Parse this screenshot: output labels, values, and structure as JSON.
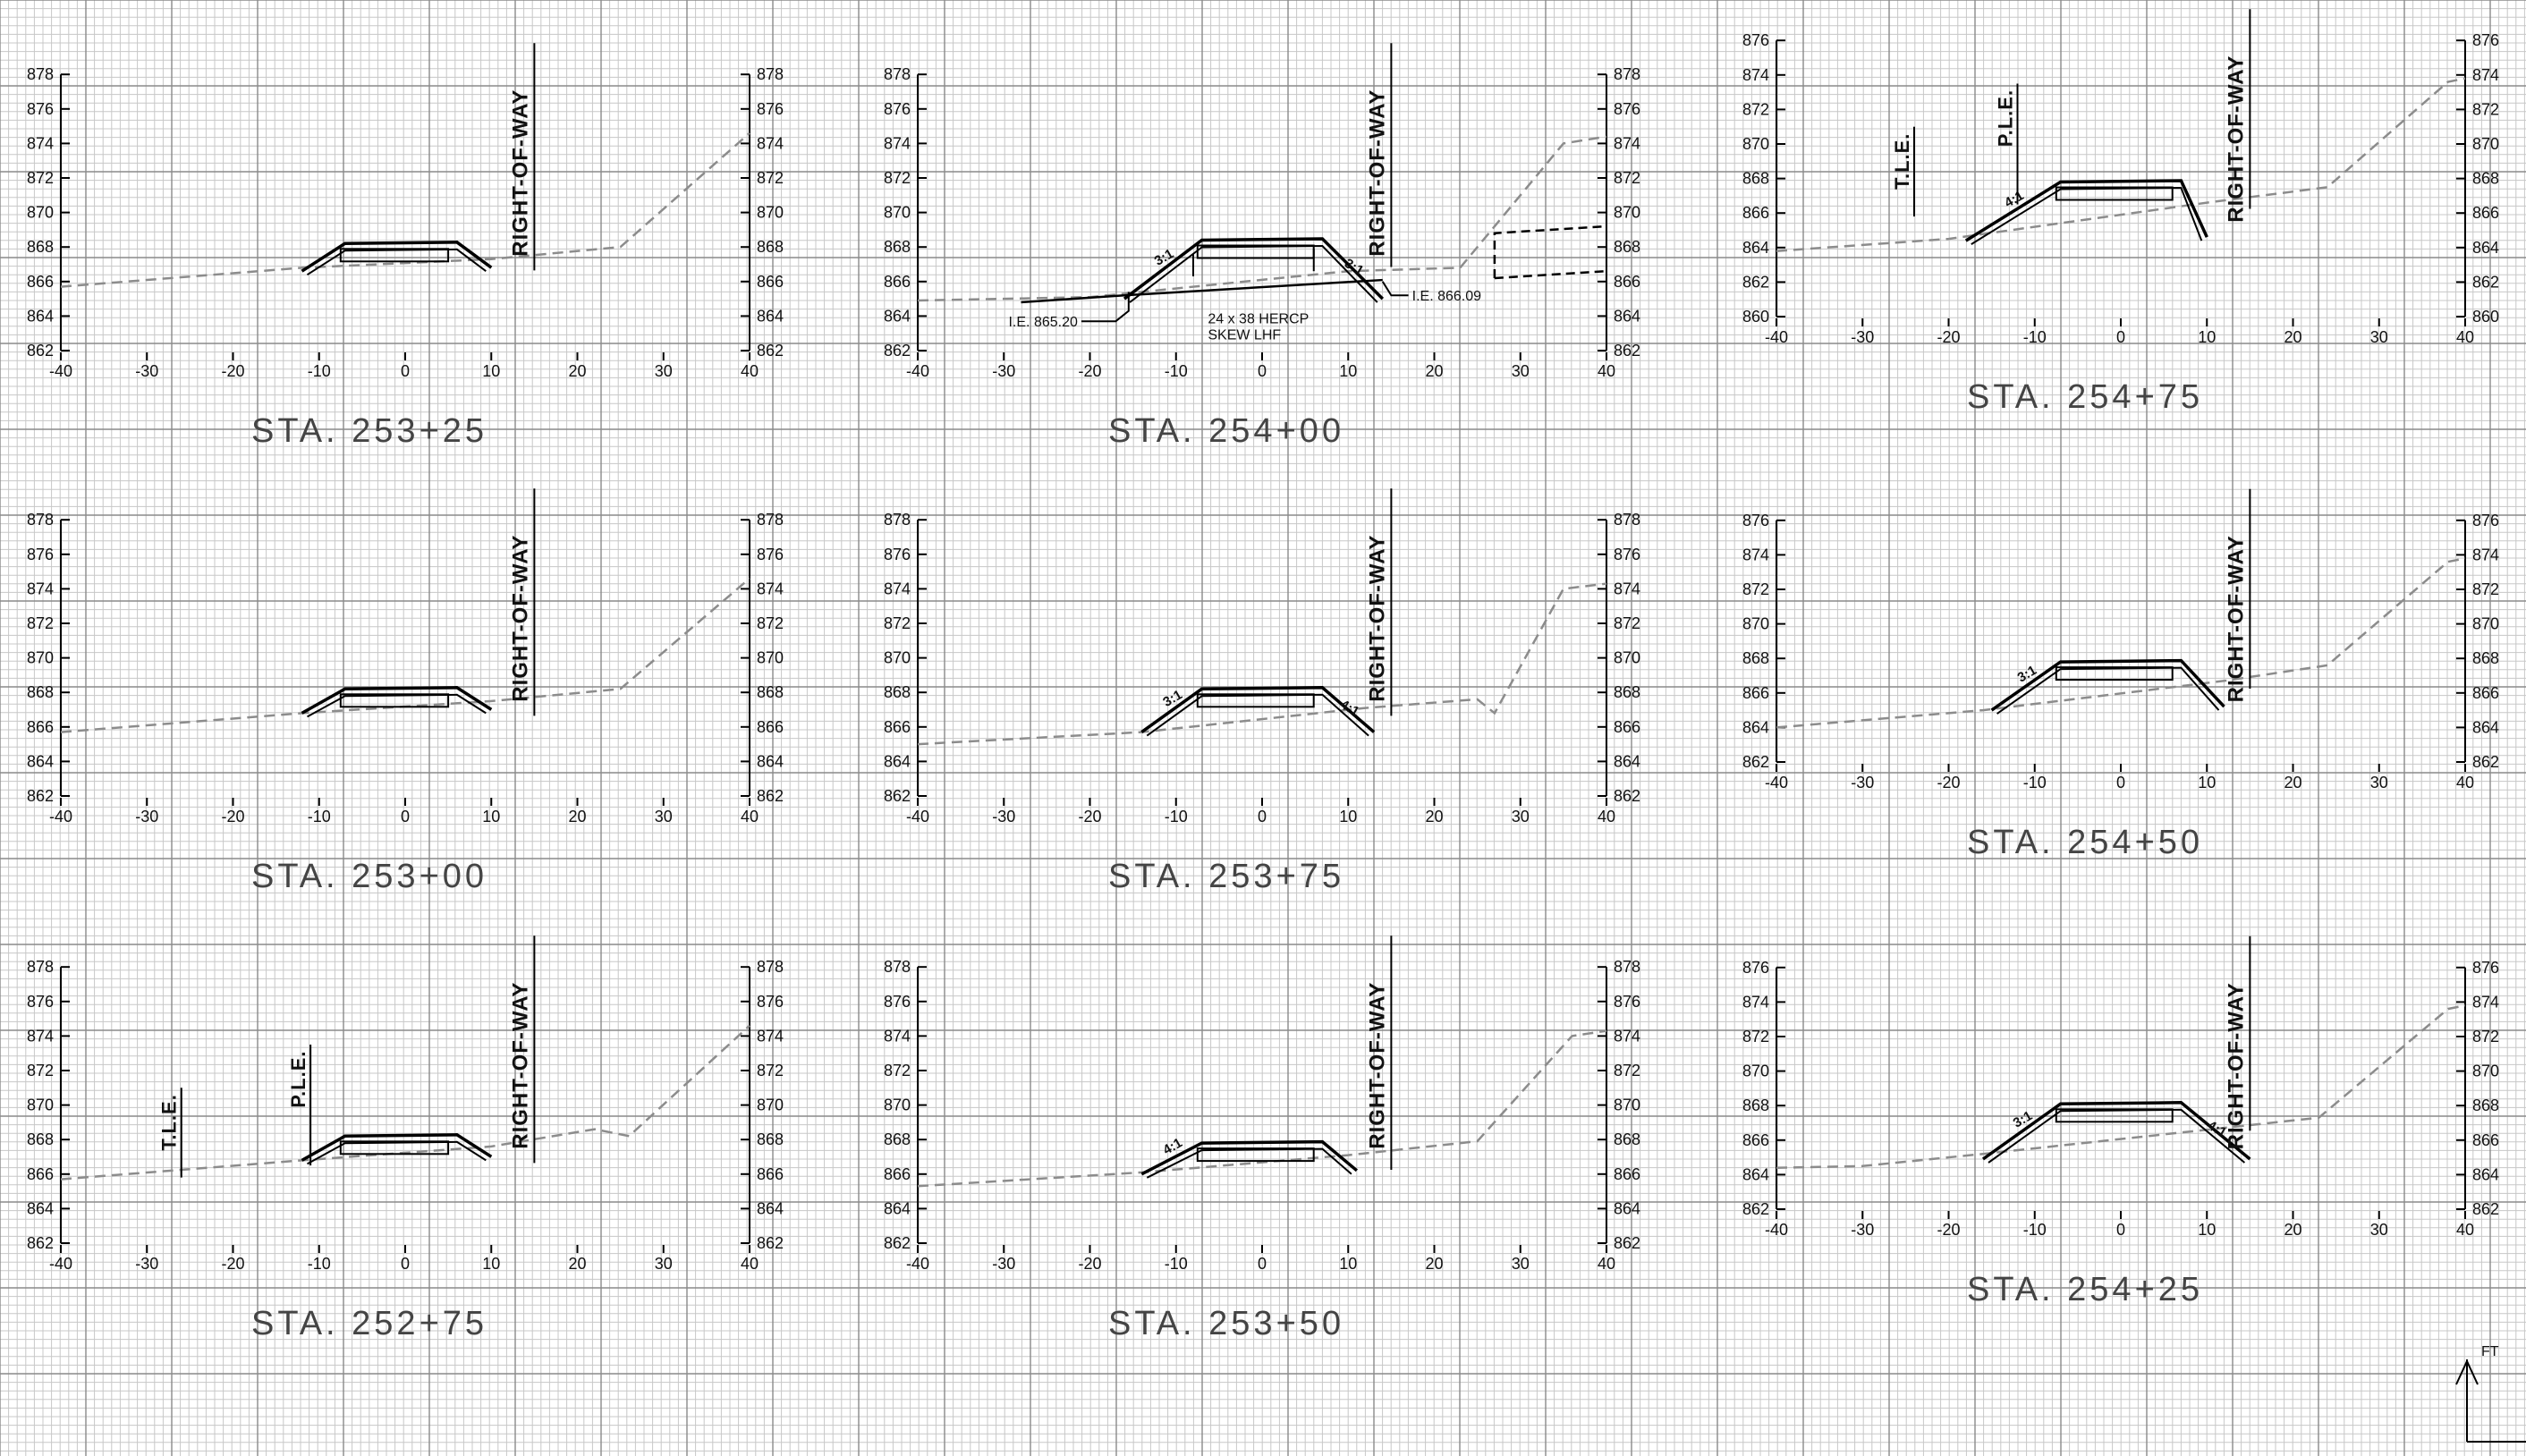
{
  "drawing": {
    "north_label": "FT",
    "panels": [
      {
        "station": "STA. 253+25",
        "ymin": 862,
        "ymax": 878,
        "ground": [
          [
            -40,
            865.7
          ],
          [
            -12,
            866.8
          ],
          [
            10,
            867.3
          ],
          [
            25,
            868.0
          ],
          [
            40,
            874.6
          ]
        ],
        "road": [
          -12,
          -7,
          6,
          10
        ],
        "road_top": 868.2,
        "road_edge": 866.6,
        "tle": null,
        "ple": null,
        "slope_left": "",
        "slope_right": "",
        "culvert": false
      },
      {
        "station": "STA. 254+00",
        "ymin": 862,
        "ymax": 878,
        "ground": [
          [
            -40,
            864.9
          ],
          [
            -20,
            865.1
          ],
          [
            10,
            866.6
          ],
          [
            23,
            866.8
          ],
          [
            35,
            874.0
          ],
          [
            40,
            874.4
          ]
        ],
        "road": [
          -16,
          -7,
          7,
          14
        ],
        "road_top": 868.4,
        "road_edge": 865.0,
        "tle": null,
        "ple": null,
        "slope_left": "3:1",
        "slope_right": "3:1",
        "culvert": true
      },
      {
        "station": "STA. 254+75",
        "ymin": 860,
        "ymax": 876,
        "ground": [
          [
            -40,
            863.8
          ],
          [
            -20,
            864.5
          ],
          [
            10,
            866.6
          ],
          [
            24,
            867.5
          ],
          [
            38,
            873.6
          ],
          [
            40,
            873.8
          ]
        ],
        "road": [
          -18,
          -7,
          7,
          10
        ],
        "road_top": 867.8,
        "road_edge": 864.4,
        "tle": -24,
        "ple": -12,
        "slope_left": "4:1",
        "slope_right": "",
        "culvert": false
      },
      {
        "station": "STA. 253+00",
        "ymin": 862,
        "ymax": 878,
        "ground": [
          [
            -40,
            865.7
          ],
          [
            -12,
            866.8
          ],
          [
            10,
            867.5
          ],
          [
            25,
            868.2
          ],
          [
            40,
            874.6
          ]
        ],
        "road": [
          -12,
          -7,
          6,
          10
        ],
        "road_top": 868.2,
        "road_edge": 866.8,
        "tle": null,
        "ple": null,
        "slope_left": "",
        "slope_right": "",
        "culvert": false
      },
      {
        "station": "STA. 253+75",
        "ymin": 862,
        "ymax": 878,
        "ground": [
          [
            -40,
            865.0
          ],
          [
            -14,
            865.7
          ],
          [
            12,
            867.1
          ],
          [
            25,
            867.6
          ],
          [
            27,
            866.8
          ],
          [
            35,
            874.0
          ],
          [
            40,
            874.3
          ]
        ],
        "road": [
          -14,
          -7,
          7,
          13
        ],
        "road_top": 868.2,
        "road_edge": 865.7,
        "tle": null,
        "ple": null,
        "slope_left": "3:1",
        "slope_right": "4:1",
        "culvert": false
      },
      {
        "station": "STA. 254+50",
        "ymin": 862,
        "ymax": 876,
        "ground": [
          [
            -40,
            864.0
          ],
          [
            -16,
            865.0
          ],
          [
            12,
            866.7
          ],
          [
            24,
            867.6
          ],
          [
            38,
            873.6
          ],
          [
            40,
            873.8
          ]
        ],
        "road": [
          -15,
          -7,
          7,
          12
        ],
        "road_top": 867.8,
        "road_edge": 865.0,
        "tle": null,
        "ple": null,
        "slope_left": "3:1",
        "slope_right": "",
        "culvert": false
      },
      {
        "station": "STA. 252+75",
        "ymin": 862,
        "ymax": 878,
        "ground": [
          [
            -40,
            865.7
          ],
          [
            -12,
            866.8
          ],
          [
            10,
            867.6
          ],
          [
            22,
            868.6
          ],
          [
            26,
            868.2
          ],
          [
            40,
            874.6
          ]
        ],
        "road": [
          -12,
          -7,
          6,
          10
        ],
        "road_top": 868.2,
        "road_edge": 866.8,
        "tle": -26,
        "ple": -11,
        "slope_left": "",
        "slope_right": "",
        "culvert": false
      },
      {
        "station": "STA. 253+50",
        "ymin": 862,
        "ymax": 878,
        "ground": [
          [
            -40,
            865.3
          ],
          [
            -14,
            866.1
          ],
          [
            10,
            867.1
          ],
          [
            25,
            867.9
          ],
          [
            36,
            874.0
          ],
          [
            40,
            874.3
          ]
        ],
        "road": [
          -14,
          -7,
          7,
          11
        ],
        "road_top": 867.8,
        "road_edge": 866.0,
        "tle": null,
        "ple": null,
        "slope_left": "4:1",
        "slope_right": "",
        "culvert": false
      },
      {
        "station": "STA. 254+25",
        "ymin": 862,
        "ymax": 876,
        "ground": [
          [
            -40,
            864.4
          ],
          [
            -30,
            864.5
          ],
          [
            -16,
            865.2
          ],
          [
            23,
            867.3
          ],
          [
            38,
            873.6
          ],
          [
            40,
            873.8
          ]
        ],
        "road": [
          -16,
          -7,
          7,
          15
        ],
        "road_top": 868.1,
        "road_edge": 864.9,
        "tle": null,
        "ple": null,
        "slope_left": "3:1",
        "slope_right": "4:1",
        "culvert": false
      }
    ]
  },
  "labels": {
    "row": "RIGHT-OF-WAY",
    "tle": "T.L.E.",
    "ple": "P.L.E."
  },
  "culvert_notes": {
    "ie_left": "I.E. 865.20",
    "ie_right": "I.E. 866.09",
    "pipe_line1": "24 x 38 HERCP",
    "pipe_line2": "SKEW LHF"
  },
  "colors": {
    "grid_minor": "#c8c8c8",
    "grid_major": "#8a8a8a",
    "ground": "#8c8c8c",
    "road": "#000000"
  }
}
